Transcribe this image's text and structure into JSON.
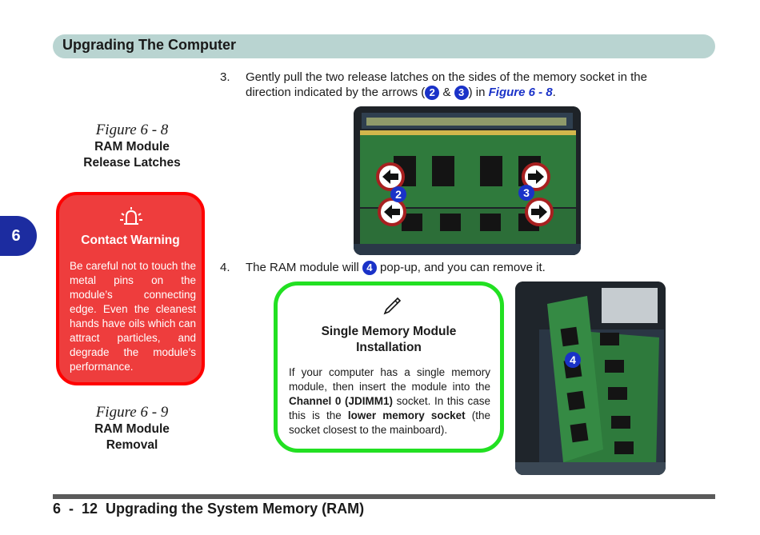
{
  "header": {
    "title": "Upgrading The Computer"
  },
  "chapter_tab": {
    "number": "6"
  },
  "step3": {
    "number": "3.",
    "line1": "Gently pull the two release latches on the sides of the memory socket in the",
    "line2_prefix": "direction indicated by the arrows (",
    "badge_a": "2",
    "amp": " & ",
    "badge_b": "3",
    "line2_mid": ") in ",
    "figure_ref": "Figure 6 - 8",
    "line2_end": "."
  },
  "step4": {
    "number": "4.",
    "prefix": "The RAM module will ",
    "badge": "4",
    "suffix": " pop-up, and you can remove it."
  },
  "figure_8": {
    "label": "Figure 6 - 8",
    "title_line1": "RAM Module",
    "title_line2": "Release Latches"
  },
  "figure_9": {
    "label": "Figure 6 - 9",
    "title_line1": "RAM Module",
    "title_line2": "Removal"
  },
  "contact_warning": {
    "icon": "alarm-bell-icon",
    "heading": "Contact Warning",
    "body": "Be careful not to touch the metal pins on the module’s connecting edge. Even the cleanest hands have oils which can attract particles, and degrade the module’s performance."
  },
  "memory_note": {
    "icon": "pen-icon",
    "heading_line1": "Single Memory Module",
    "heading_line2": "Installation",
    "body_1": "If your computer has a single memory module, then insert the module into the ",
    "body_bold_1": "Channel 0 (JDIMM1)",
    "body_2": " socket. In this case this is the ",
    "body_bold_2": "lower memory socket",
    "body_3": " (the socket closest to the mainboard)."
  },
  "photo_1": {
    "badge_left": "2",
    "badge_right": "3"
  },
  "photo_2": {
    "badge": "4"
  },
  "footer": {
    "text": "6  -  12  Upgrading the System Memory (RAM)"
  },
  "colors": {
    "accent_blue": "#1a32c8",
    "warning_red": "#ee3d3d",
    "note_green": "#22e022",
    "header_teal": "#b9d4d1"
  }
}
